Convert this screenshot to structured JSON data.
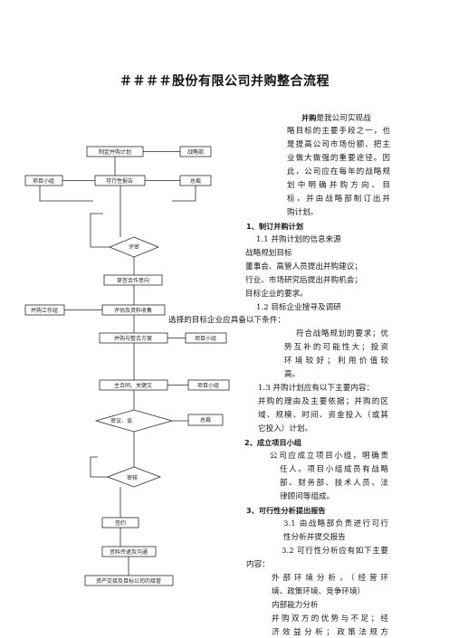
{
  "title": "＃＃＃＃股份有限公司并购整合流程",
  "flow": {
    "n1": "制定并购计划",
    "n2": "战略部",
    "n3": "项目小组",
    "n4": "可行性报告",
    "n5": "总裁",
    "n6": "评审",
    "n7": "草签合作意向",
    "n8": "并购工作组",
    "n9": "评估及资料收集",
    "n10": "并购与整合方案",
    "n11": "项目小组",
    "n12": "主合同、关键文",
    "n13": "项目小组",
    "n14": "审议、谈",
    "n15": "总裁",
    "n16": "审核",
    "n17": "签约",
    "n18": "资料传递及沟通",
    "n19": "资产交接及目标公司的接管"
  },
  "text": {
    "p1a": "是我公司实现战",
    "p1a_bold": "并购",
    "p1b": "略目标的主要手段之一，也",
    "p1c": "是提高公司市场份额、把主",
    "p1d": "业做大做强的重要途径。因",
    "p1e": "此，公司应在每年的战略规",
    "p1f": "划中明确并购方向、目",
    "p1g": "标，并由战略部制订出并",
    "p1h": "购计划。",
    "h1": "1、制订并购计划",
    "s11": "1.1 并购计划的信息来源",
    "s11a": "战略规划目标",
    "s11b": "董事会、高管人员提出并购建议；",
    "s11c": "行业、市场研究后提出并购机会；",
    "s11d": "目标企业的要求。",
    "s12": "1.2 目标企业搜寻及调研",
    "s12a": "选择的目标企业应具备以下条件：",
    "s12b": "符合战略规划的要求；优",
    "s12c": "势互补的可能性大；投资",
    "s12d": "环境较好；利用价值较",
    "s12e": "高。",
    "s13": "1.3 并购计划应有以下主要内容：",
    "s13a": "并购的理由及主要依据；并购的区",
    "s13b": "域、规模、时间、资金投入（或其",
    "s13c": "它投入）计划。",
    "h2": "2、成立项目小组",
    "s2a": "公司应成立项目小组，明确责",
    "s2b": "任人。项目小组成员有战略",
    "s2c": "部、财务部、技术人员、法",
    "s2d": "律顾问等组成。",
    "h3": "3、可行性分析提出报告",
    "s31a": "3.1 由战略部负责进行可行",
    "s31b": "性分析并提交报告",
    "s32a": "3.2 可行性分析应有如下主要",
    "s32b": "内容：",
    "s32c": "外部环境分析，（经营环",
    "s32d": "境、政策环境、竞争环境）",
    "s32e": "内部能力分析",
    "s32f": "并购双方的优势与不足；经",
    "s32g": "济效益分析；政策法规方"
  }
}
